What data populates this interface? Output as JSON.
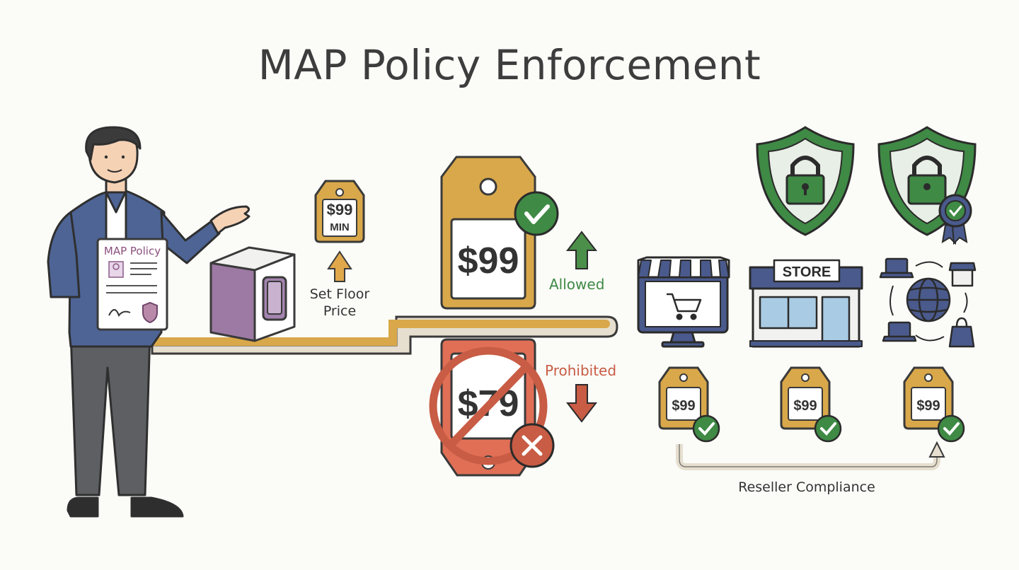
{
  "title": "MAP Policy Enforcement",
  "policy_doc": {
    "title": "MAP Policy"
  },
  "floor_tag": {
    "price": "$99",
    "suffix": "MIN"
  },
  "floor_label": {
    "line1": "Set Floor",
    "line2": "Price"
  },
  "allowed": {
    "price": "$99",
    "label": "Allowed"
  },
  "prohibited": {
    "price": "$79",
    "label": "Prohibited"
  },
  "channels": {
    "store_sign": "STORE"
  },
  "reseller_tags": [
    {
      "price": "$99"
    },
    {
      "price": "$99"
    },
    {
      "price": "$99"
    }
  ],
  "compliance_label": "Reseller Compliance",
  "colors": {
    "gold": "#d9a84a",
    "green": "#3f8a45",
    "red": "#c85c44",
    "navy": "#4a5a8c",
    "outline": "#3a3a3a"
  }
}
